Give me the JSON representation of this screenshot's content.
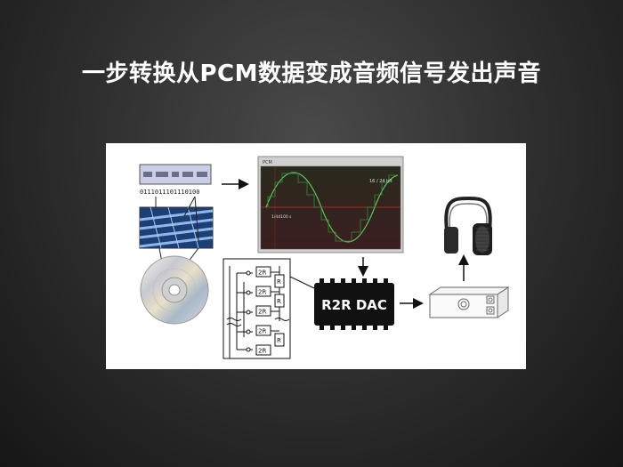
{
  "slide": {
    "title": "一步转换从PCM数据变成音频信号发出声音"
  },
  "diagram": {
    "binary_digits": "0111011101110100",
    "pcm_label": "PCM",
    "bit_depth_label": "16 / 24 bit",
    "sample_rate_label": "1/44100 s",
    "resistor_2r_label": "2R",
    "resistor_r_label": "R",
    "dac_label": "R2R DAC"
  }
}
